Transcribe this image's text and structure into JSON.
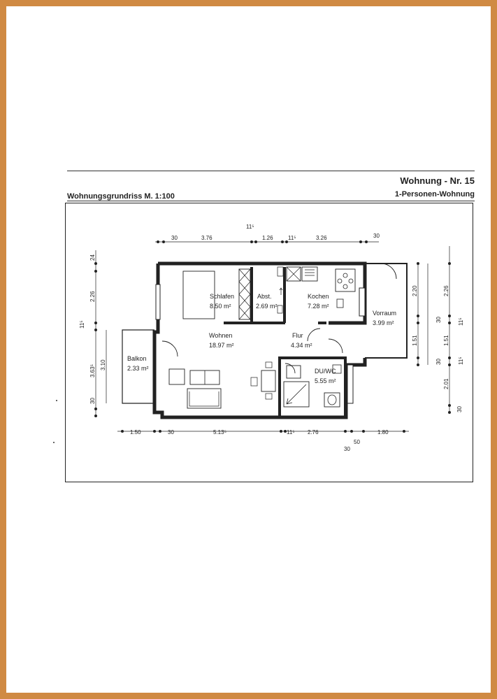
{
  "header": {
    "apartment": "Wohnung - Nr. 15",
    "type": "1-Personen-Wohnung",
    "plan_title": "Wohnungsgrundriss M. 1:100"
  },
  "rooms": {
    "schlafen": {
      "name": "Schlafen",
      "area": "8.50 m²"
    },
    "abst": {
      "name": "Abst.",
      "area": "2.69 m²"
    },
    "kochen": {
      "name": "Kochen",
      "area": "7.28 m²"
    },
    "vorraum": {
      "name": "Vorraum",
      "area": "3.99 m²"
    },
    "wohnen": {
      "name": "Wohnen",
      "area": "18.97 m²"
    },
    "flur": {
      "name": "Flur",
      "area": "4.34 m²"
    },
    "balkon": {
      "name": "Balkon",
      "area": "2.33 m²"
    },
    "duwc": {
      "name": "DU/WC",
      "area": "5.55 m²"
    }
  },
  "dimensions": {
    "top": [
      "30",
      "3.76",
      "11⁵",
      "1.26",
      "11⁵",
      "3.26",
      "30"
    ],
    "bottom": [
      "1.50",
      "30",
      "5.13⁵",
      "11⁵",
      "2.76",
      "1.80",
      "50",
      "30"
    ],
    "left_outer": [
      "24",
      "2.26",
      "11⁵",
      "3.63⁵",
      "30"
    ],
    "left_inner": [
      "3.10"
    ],
    "right_inner": [
      "2.20",
      "30",
      "1.51",
      "30"
    ],
    "right_mid": [
      "2.26",
      "1.51"
    ],
    "right_outer": [
      "11⁵",
      "11⁵",
      "2.01",
      "30"
    ]
  },
  "colors": {
    "border": "#d08a43",
    "ink": "#222222",
    "paper": "#ffffff"
  }
}
